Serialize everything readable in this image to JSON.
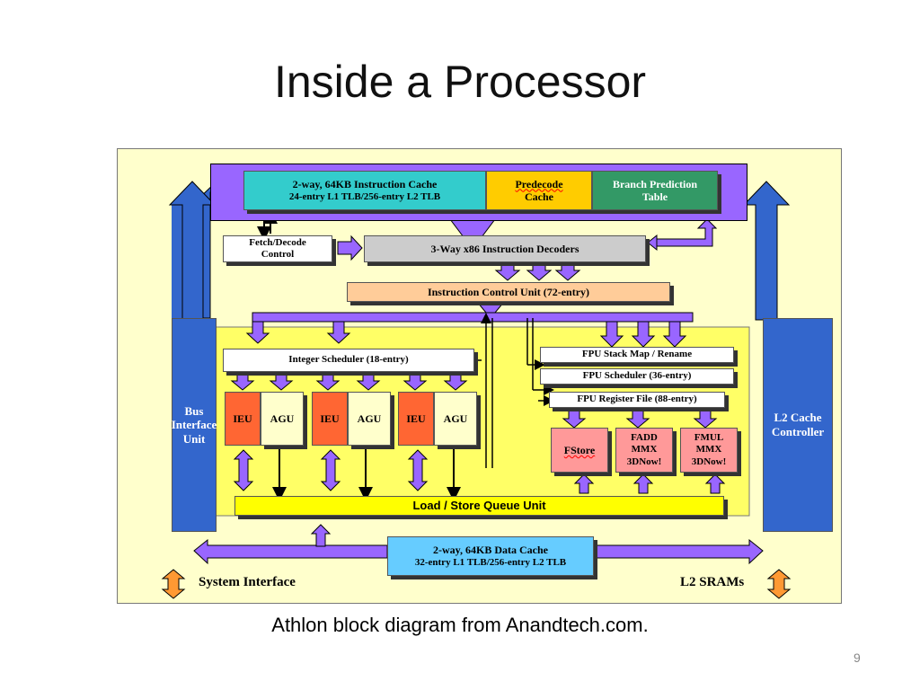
{
  "slide": {
    "title": "Inside a Processor",
    "caption": "Athlon block diagram from Anandtech.com.",
    "page_number": "9"
  },
  "diagram": {
    "icache": {
      "line1": "2-way, 64KB Instruction Cache",
      "line2": "24-entry L1 TLB/256-entry L2 TLB"
    },
    "predecode": {
      "line1": "Predecode",
      "line2": "Cache"
    },
    "branch": {
      "line1": "Branch Prediction",
      "line2": "Table"
    },
    "fetch": {
      "line1": "Fetch/Decode",
      "line2": "Control"
    },
    "decoders": "3-Way x86 Instruction Decoders",
    "icu": "Instruction Control Unit (72-entry)",
    "int_sched": "Integer Scheduler (18-entry)",
    "ieu": "IEU",
    "agu": "AGU",
    "fpu_stack": "FPU Stack Map / Rename",
    "fpu_sched": "FPU Scheduler (36-entry)",
    "fpu_reg": "FPU Register File (88-entry)",
    "fstore": "FStore",
    "fadd": {
      "line1": "FADD",
      "line2": "MMX",
      "line3": "3DNow!"
    },
    "fmul": {
      "line1": "FMUL",
      "line2": "MMX",
      "line3": "3DNow!"
    },
    "lsq": "Load / Store Queue Unit",
    "dcache": {
      "line1": "2-way, 64KB Data Cache",
      "line2": "32-entry L1 TLB/256-entry L2 TLB"
    },
    "biu": {
      "line1": "Bus",
      "line2": "Interface",
      "line3": "Unit"
    },
    "l2ctrl": {
      "line1": "L2 Cache",
      "line2": "Controller"
    },
    "system_interface": "System Interface",
    "l2_srams": "L2 SRAMs"
  }
}
